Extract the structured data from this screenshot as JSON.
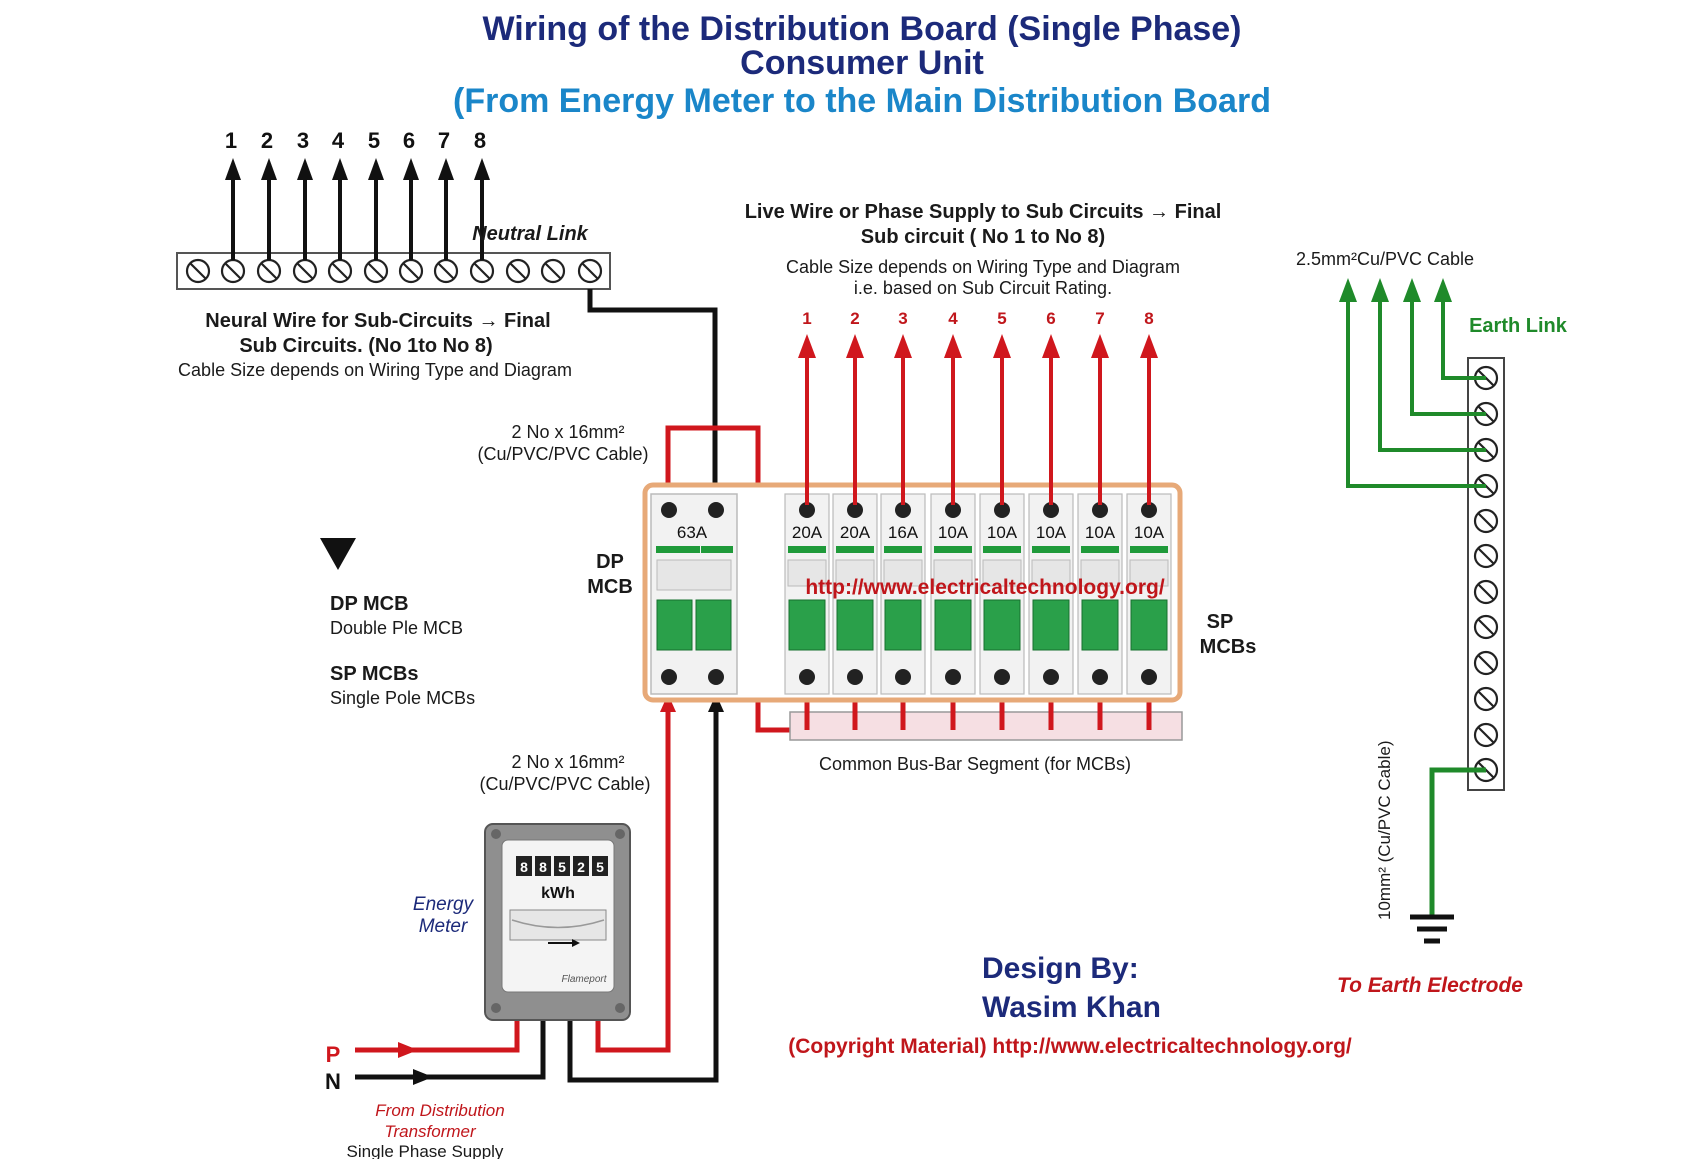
{
  "title": {
    "line1": "Wiring of the Distribution Board (Single Phase)",
    "line2": "Consumer Unit",
    "line3": "(From Energy Meter to the Main Distribution Board"
  },
  "neutral": {
    "numbers": [
      "1",
      "2",
      "3",
      "4",
      "5",
      "6",
      "7",
      "8"
    ],
    "link_label": "Neutral Link",
    "desc1": "Neural Wire for Sub-Circuits → Final",
    "desc2": "Sub Circuits. (No 1to No 8)",
    "desc3": "Cable Size depends on Wiring Type and Diagram"
  },
  "live": {
    "heading1": "Live Wire or Phase Supply to Sub Circuits → Final",
    "heading2": "Sub circuit ( No 1 to No 8)",
    "note1": "Cable Size depends on Wiring Type and Diagram",
    "note2": "i.e. based on Sub Circuit Rating.",
    "numbers": [
      "1",
      "2",
      "3",
      "4",
      "5",
      "6",
      "7",
      "8"
    ]
  },
  "cable_top": {
    "line1": "2 No x 16mm²",
    "line2": "(Cu/PVC/PVC Cable)"
  },
  "cable_bottom": {
    "line1": "2 No x 16mm²",
    "line2": "(Cu/PVC/PVC Cable)"
  },
  "dp_mcb": {
    "label1": "DP",
    "label2": "MCB",
    "rating": "63A"
  },
  "sp_mcbs": {
    "label1": "SP",
    "label2": "MCBs",
    "ratings": [
      "20A",
      "20A",
      "16A",
      "10A",
      "10A",
      "10A",
      "10A",
      "10A"
    ]
  },
  "watermark": "http://www.electricaltechnology.org/",
  "busbar_label": "Common Bus-Bar Segment (for MCBs)",
  "legend": {
    "dp_title": "DP MCB",
    "dp_desc": "Double Ple MCB",
    "sp_title": "SP MCBs",
    "sp_desc": "Single Pole MCBs"
  },
  "earth": {
    "cable_label": "2.5mm²Cu/PVC  Cable",
    "link_label": "Earth Link",
    "ground_cable": "10mm² (Cu/PVC Cable)",
    "electrode": "To Earth Electrode"
  },
  "meter": {
    "label1": "Energy",
    "label2": "Meter",
    "digits": [
      "8",
      "8",
      "5",
      "2",
      "5"
    ],
    "unit": "kWh",
    "brand": "Flameport"
  },
  "supply": {
    "p": "P",
    "n": "N",
    "from1": "From Distribution",
    "from2": "Transformer",
    "from3": "Single Phase Supply"
  },
  "credits": {
    "design_by": "Design By:",
    "author": "Wasim Khan",
    "copyright": "(Copyright Material) http://www.electricaltechnology.org/"
  },
  "colors": {
    "live": "#d0171d",
    "neutral": "#111111",
    "earth": "#1f8a2a",
    "title": "#1c2a7a",
    "subtitle": "#1a86c9"
  }
}
